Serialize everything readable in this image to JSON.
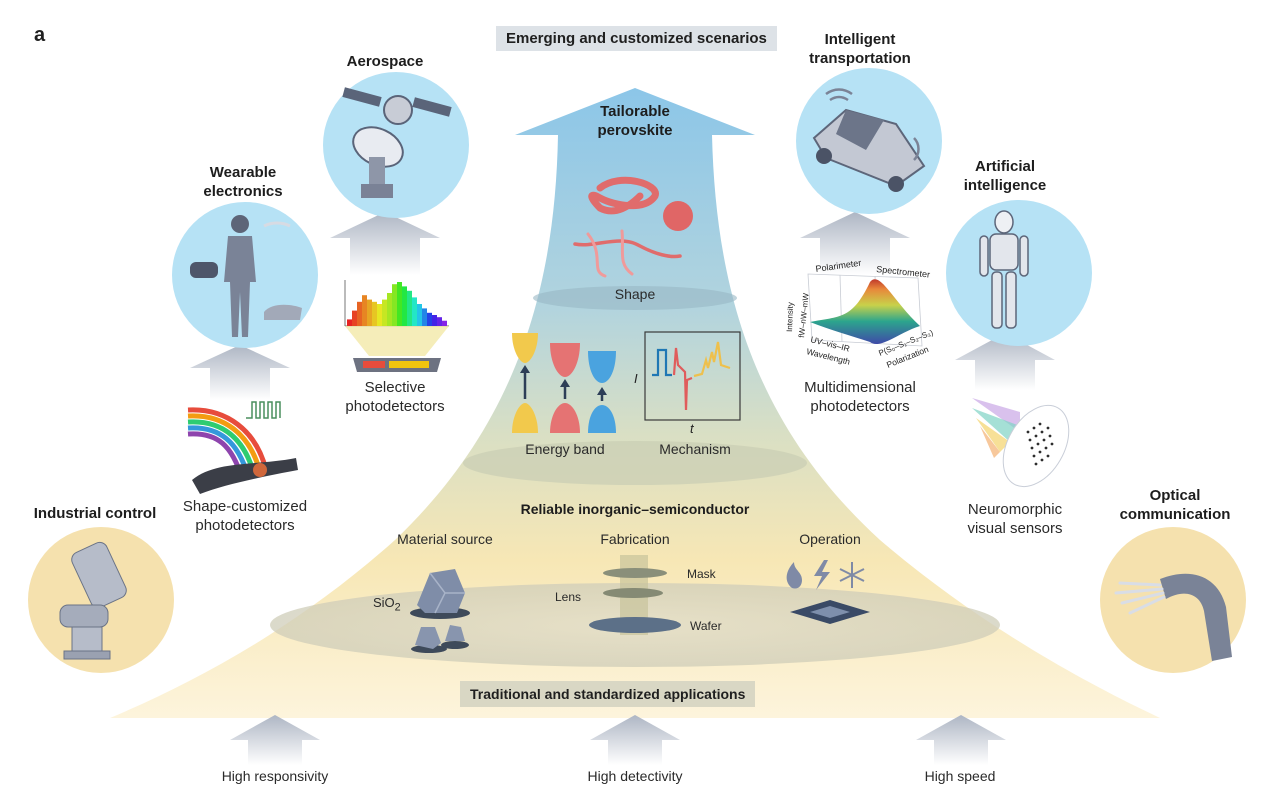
{
  "panel_label": "a",
  "top_banner": "Emerging and customized scenarios",
  "bottom_banner": "Traditional and standardized applications",
  "central_arrow": {
    "label_line1": "Tailorable",
    "label_line2": "perovskite",
    "tiers": {
      "shape": "Shape",
      "energy_band": "Energy band",
      "mechanism": "Mechanism",
      "mechanism_axis_y": "I",
      "mechanism_axis_x": "t"
    }
  },
  "inorganic": {
    "title": "Reliable inorganic–semiconductor",
    "material_source": "Material source",
    "material_formula": "SiO",
    "material_subscript": "2",
    "fabrication": "Fabrication",
    "fab_mask": "Mask",
    "fab_lens": "Lens",
    "fab_wafer": "Wafer",
    "operation": "Operation"
  },
  "applications": {
    "aerospace": "Aerospace",
    "wearable_line1": "Wearable",
    "wearable_line2": "electronics",
    "industrial": "Industrial control",
    "transport_line1": "Intelligent",
    "transport_line2": "transportation",
    "ai_line1": "Artificial",
    "ai_line2": "intelligence",
    "optical_line1": "Optical",
    "optical_line2": "communication"
  },
  "detectors": {
    "selective_line1": "Selective",
    "selective_line2": "photodetectors",
    "shape_line1": "Shape-customized",
    "shape_line2": "photodetectors",
    "multi_line1": "Multidimensional",
    "multi_line2": "photodetectors",
    "multi_polarimeter": "Polarimeter",
    "multi_spectrometer": "Spectrometer",
    "multi_intensity": "Intensity",
    "multi_intensity_range": "fW–nW–mW",
    "multi_uvvisir": "UV–vis–IR",
    "multi_wavelength": "Wavelength",
    "multi_pstokes": "P(S₀–S₁–S₂–S₃)",
    "multi_polarization": "Polarization",
    "neuro_line1": "Neuromorphic",
    "neuro_line2": "visual sensors"
  },
  "metrics": [
    "High responsivity",
    "High detectivity",
    "High speed"
  ],
  "colors": {
    "sky_blue_circle": "#b6e2f5",
    "sand_circle": "#f5e1ae",
    "perovskite_arrow_top": "#86c3e6",
    "inorganic_base": "#fbecc0",
    "grey_arrow": "#b8bfcc",
    "perovskite_red": "#e26a6a",
    "band_yellow": "#f2c94c",
    "band_red": "#e57373",
    "band_blue": "#4aa3df"
  }
}
